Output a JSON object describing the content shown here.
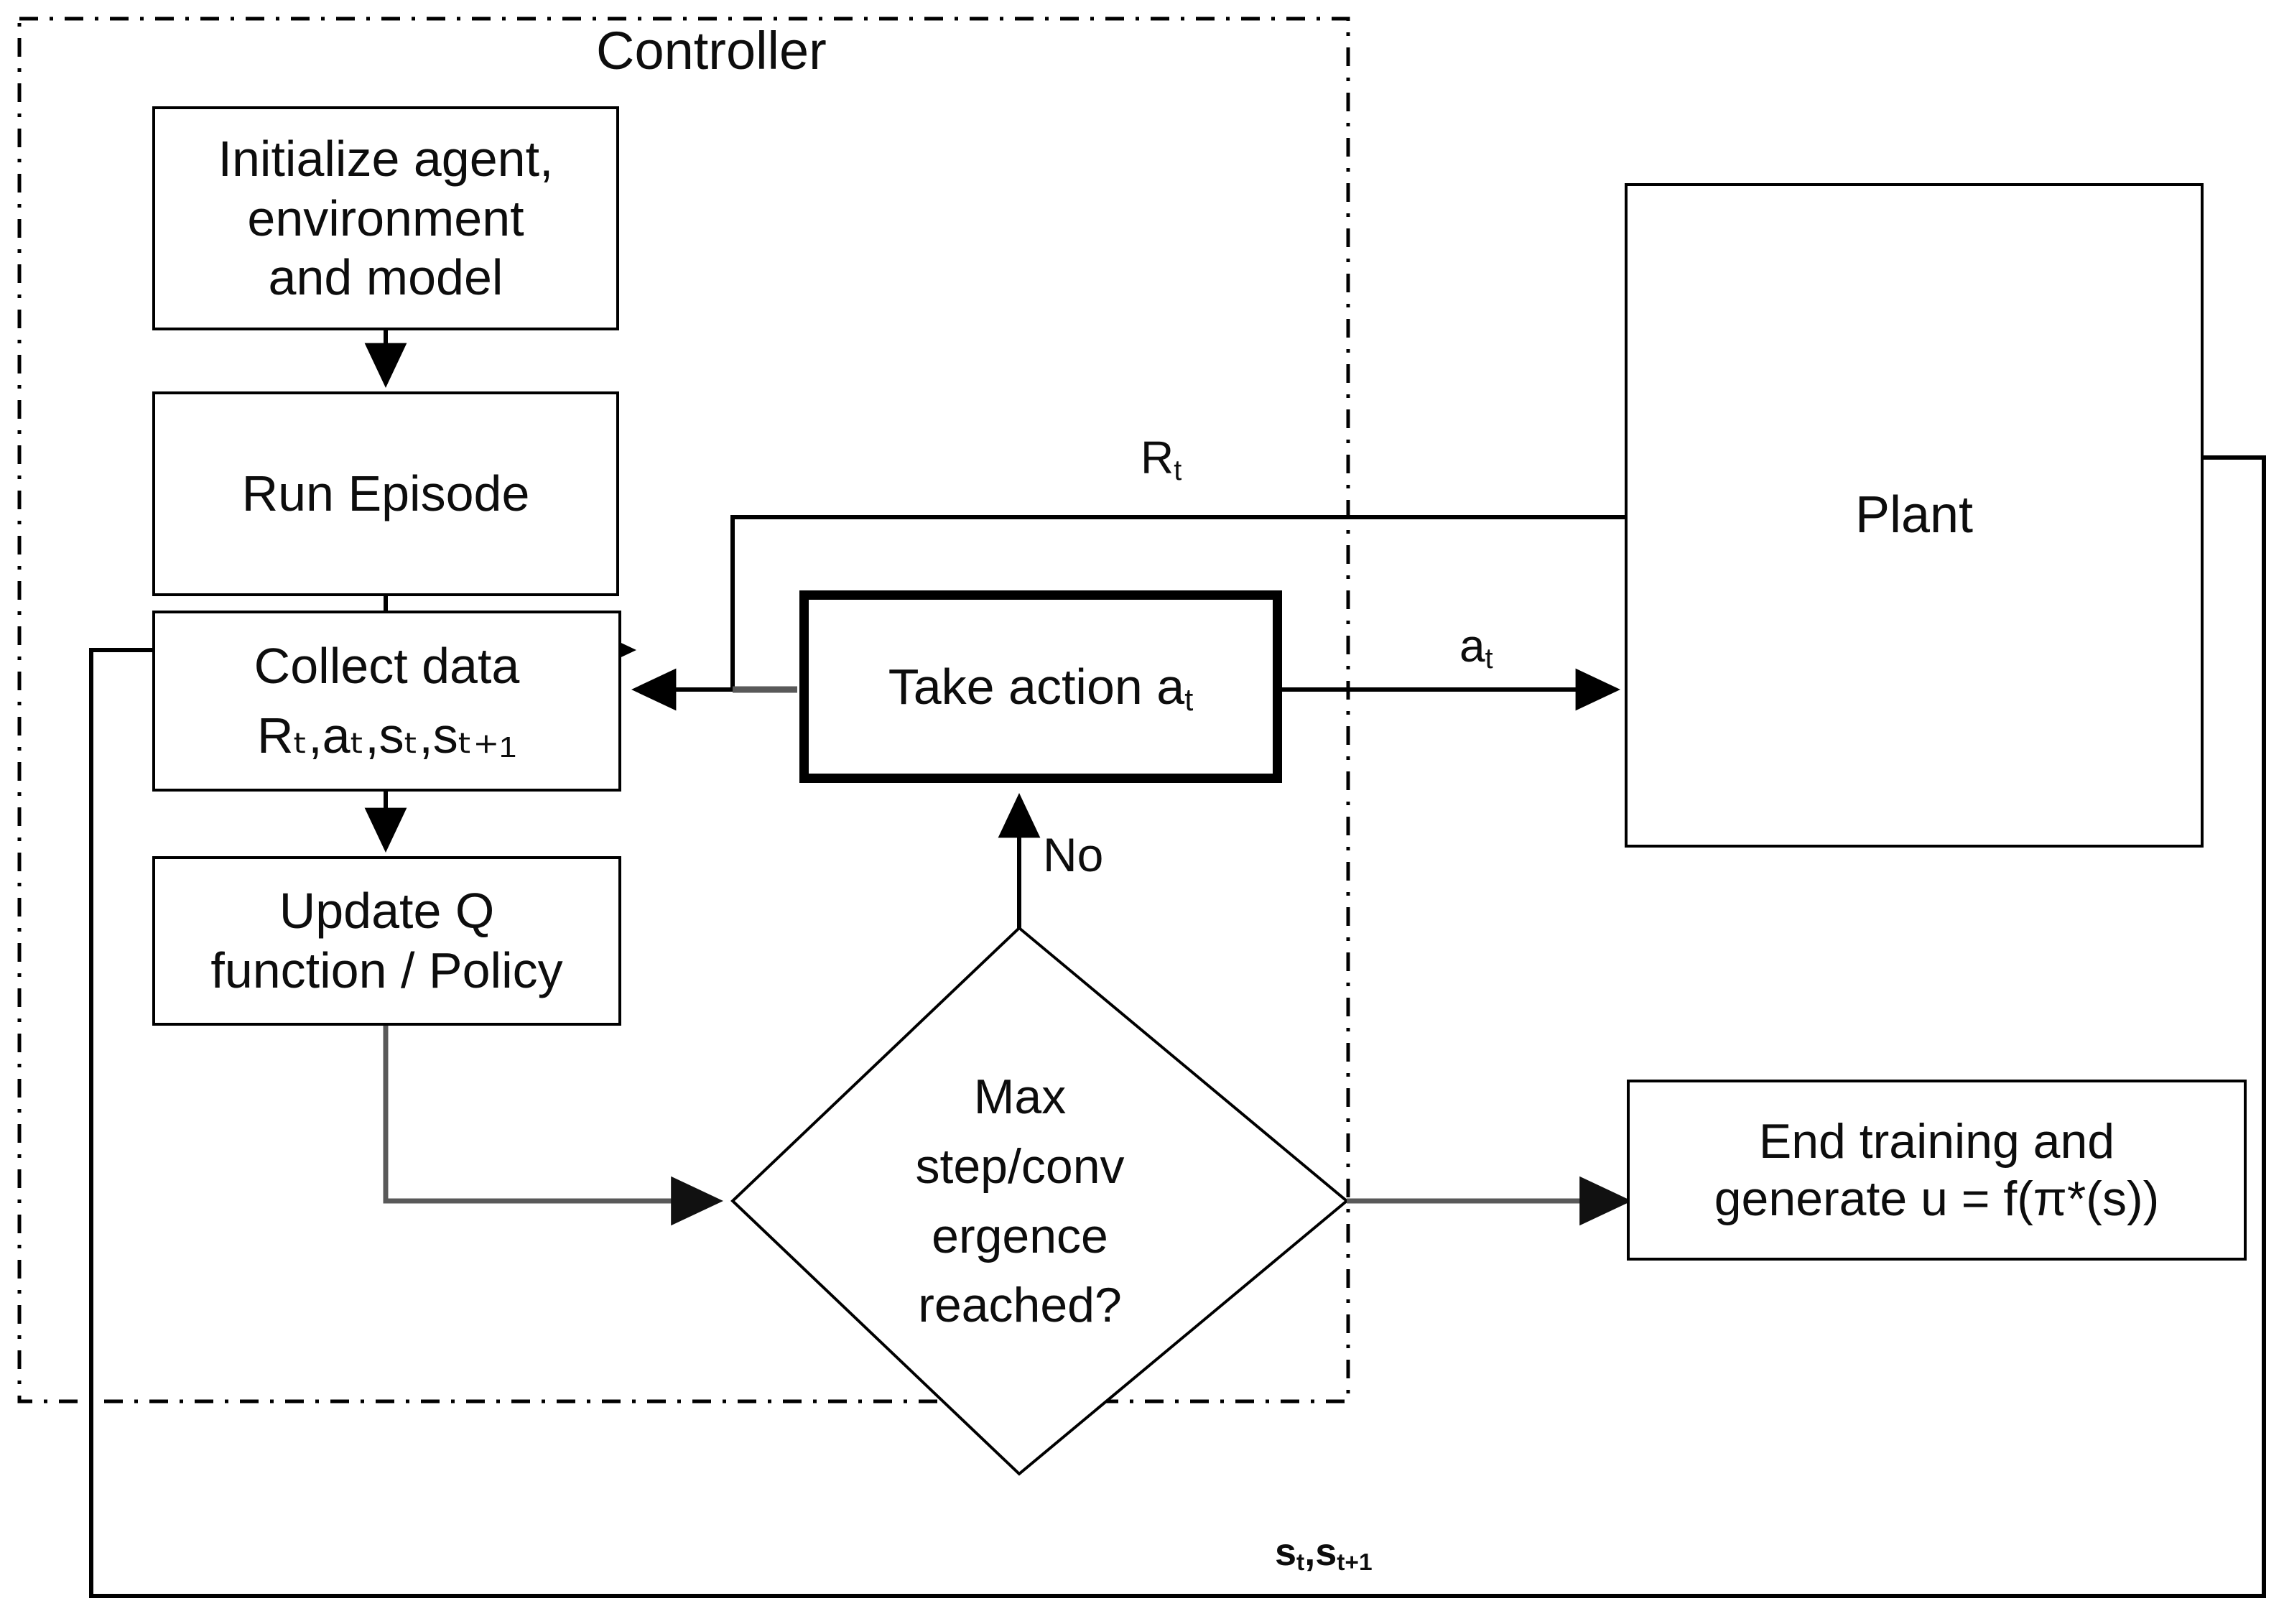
{
  "diagram": {
    "title": "Reinforcement learning controller and plant loop",
    "colors": {
      "stroke": "#000000",
      "background": "#ffffff",
      "text": "#0d0d0d",
      "edge_gray": "#595959"
    },
    "container": {
      "label": "Controller",
      "border_style": "dash-dot"
    },
    "nodes": {
      "initialize": {
        "label": "Initialize agent,\nenvironment\nand model",
        "shape": "rectangle"
      },
      "run_episode": {
        "label": "Run Episode",
        "shape": "rectangle"
      },
      "collect_data": {
        "label": "Collect data",
        "sub_label": "Rₜ,aₜ,sₜ,sₜ₊₁",
        "shape": "rectangle"
      },
      "update_q": {
        "label": "Update Q\nfunction / Policy",
        "shape": "rectangle"
      },
      "take_action": {
        "label_prefix": "Take action a",
        "label_sub": "t",
        "shape": "rectangle-bold"
      },
      "decision": {
        "label": "Max\nstep/conv\nergence\nreached?",
        "shape": "diamond"
      },
      "end_training": {
        "label": "End training and\ngenerate u = f(π*(s))",
        "shape": "rectangle"
      },
      "plant": {
        "label": "Plant",
        "shape": "rectangle"
      }
    },
    "edge_labels": {
      "reward": {
        "prefix": "R",
        "sub": "t"
      },
      "action": {
        "prefix": "a",
        "sub": "t"
      },
      "no_branch": "No",
      "state_feedback": {
        "prefix": "s",
        "sub": "t",
        "mid": ",s",
        "sub2": "t+1"
      }
    }
  }
}
